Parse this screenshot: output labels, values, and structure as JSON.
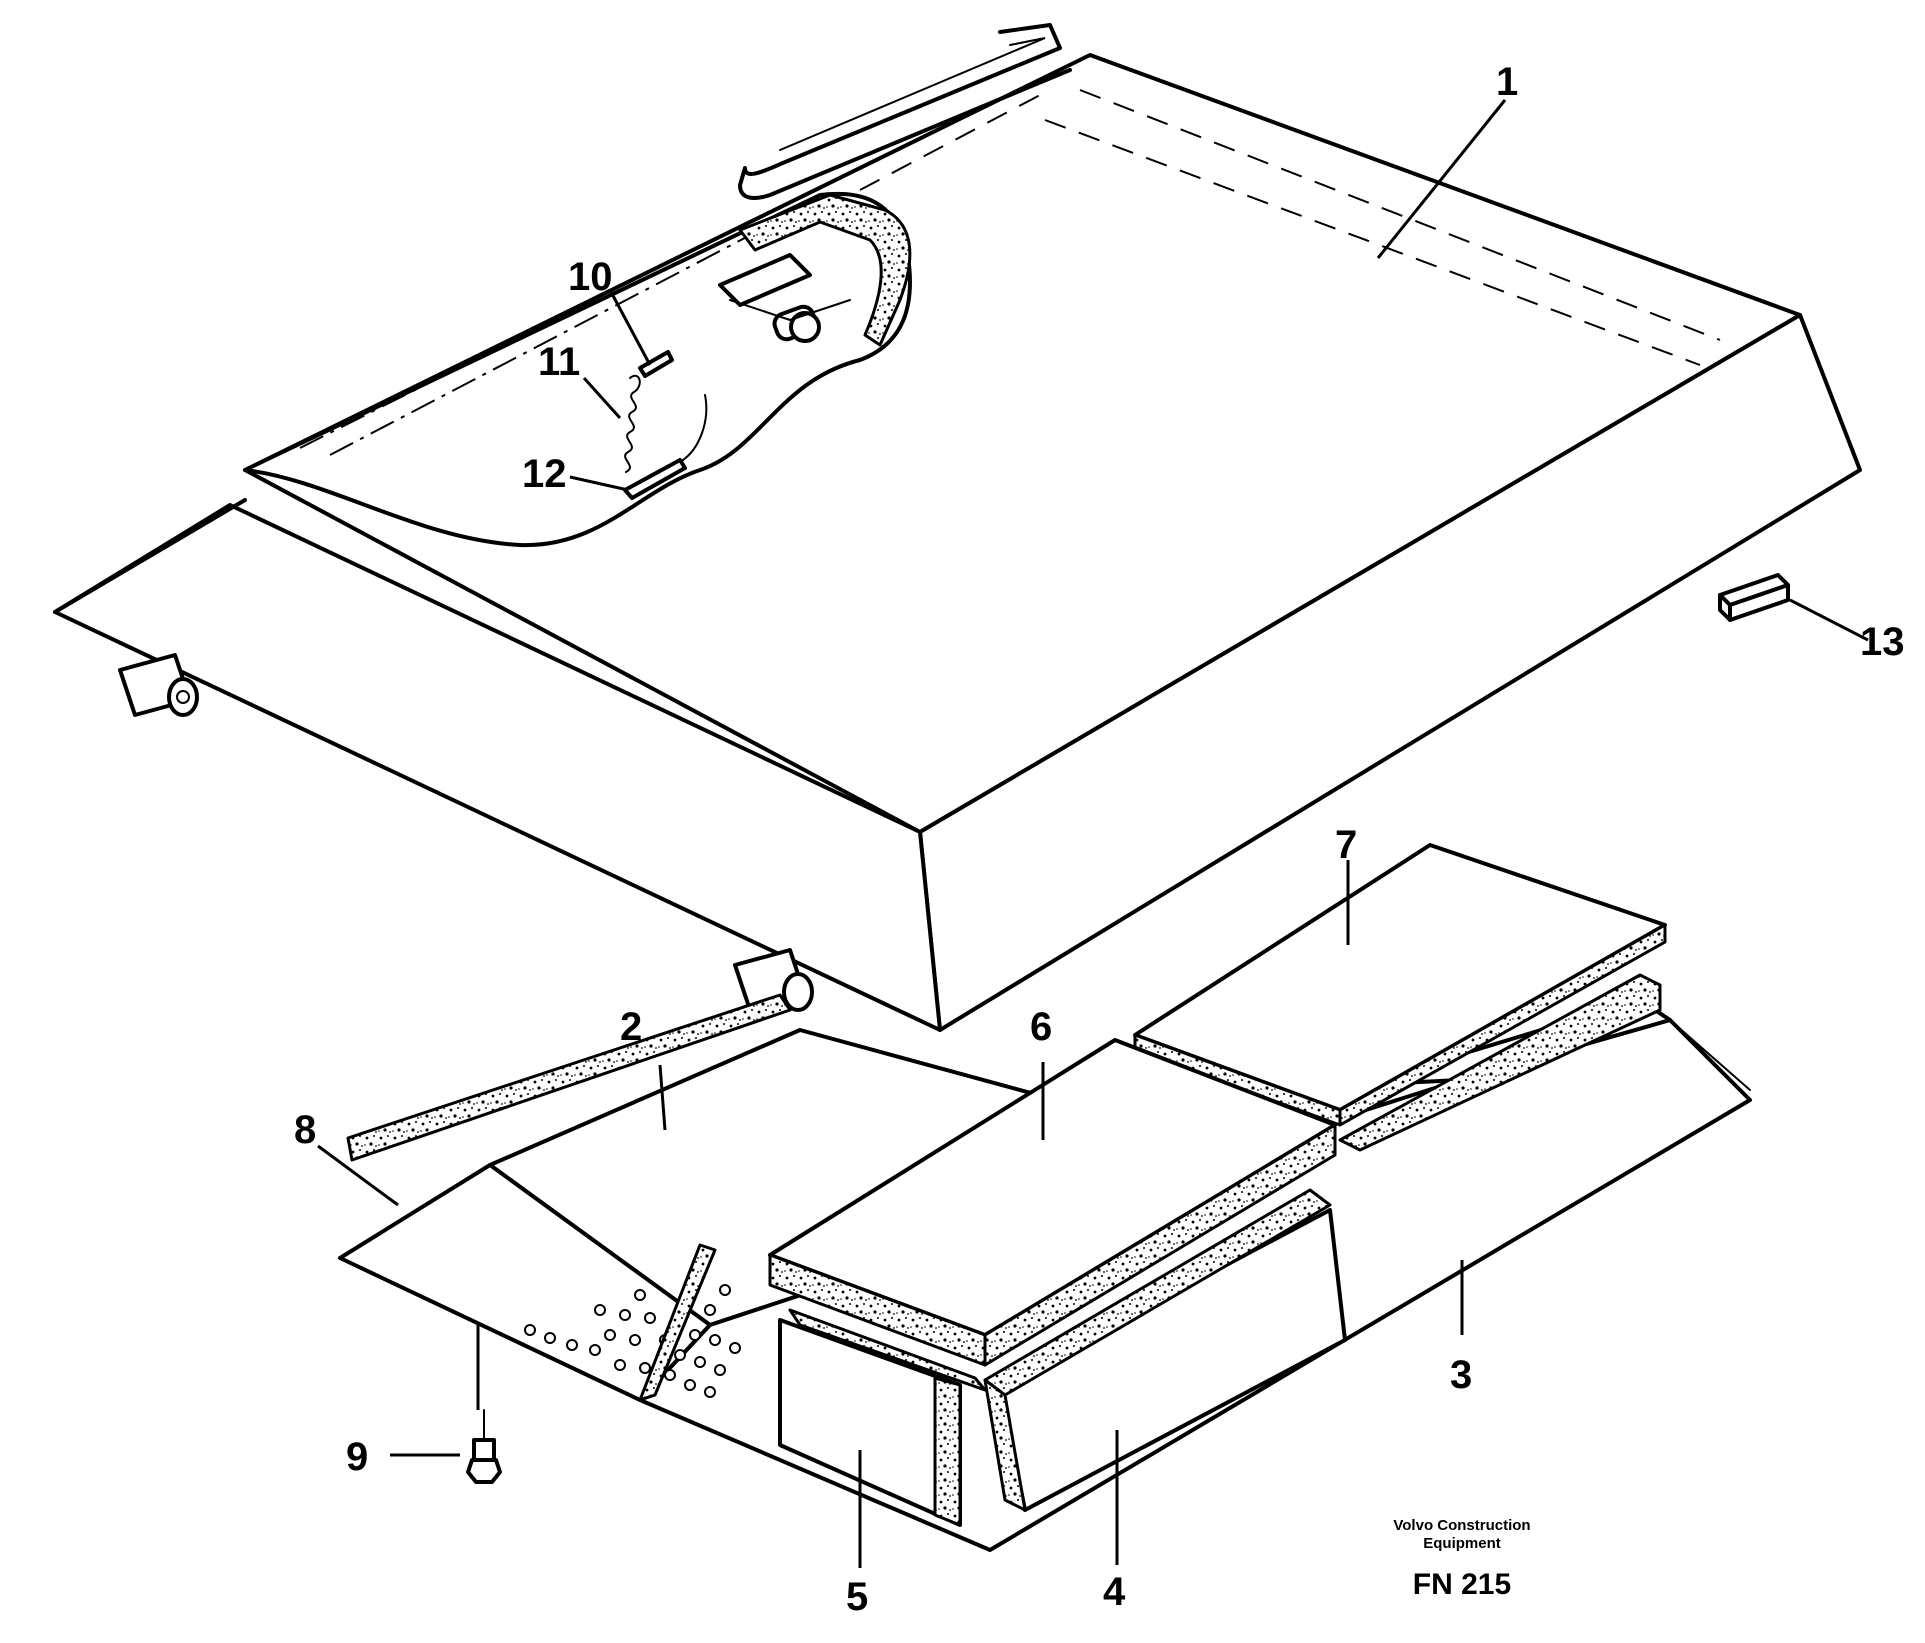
{
  "callouts": {
    "p1": "1",
    "p2": "2",
    "p3": "3",
    "p4": "4",
    "p5": "5",
    "p6": "6",
    "p7": "7",
    "p8": "8",
    "p9": "9",
    "p10": "10",
    "p11": "11",
    "p12": "12",
    "p13": "13"
  },
  "credit": {
    "line1": "Volvo Construction",
    "line2": "Equipment",
    "code": "FN 215"
  }
}
